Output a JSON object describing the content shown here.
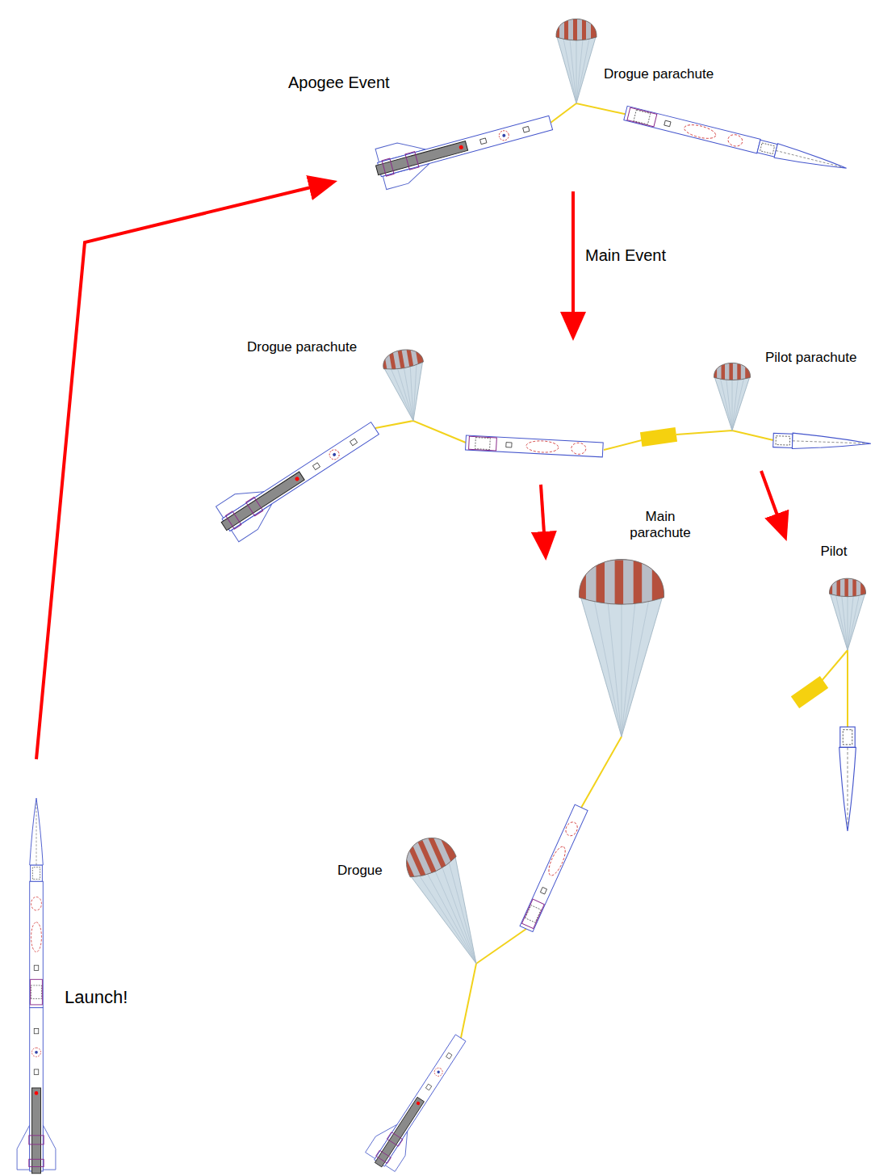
{
  "diagram": {
    "labels": [
      "Apogee Event",
      "Drogue parachute",
      "Main Event",
      "Drogue parachute",
      "Pilot parachute",
      "Main parachute",
      "Pilot",
      "Drogue",
      "Launch!"
    ]
  }
}
